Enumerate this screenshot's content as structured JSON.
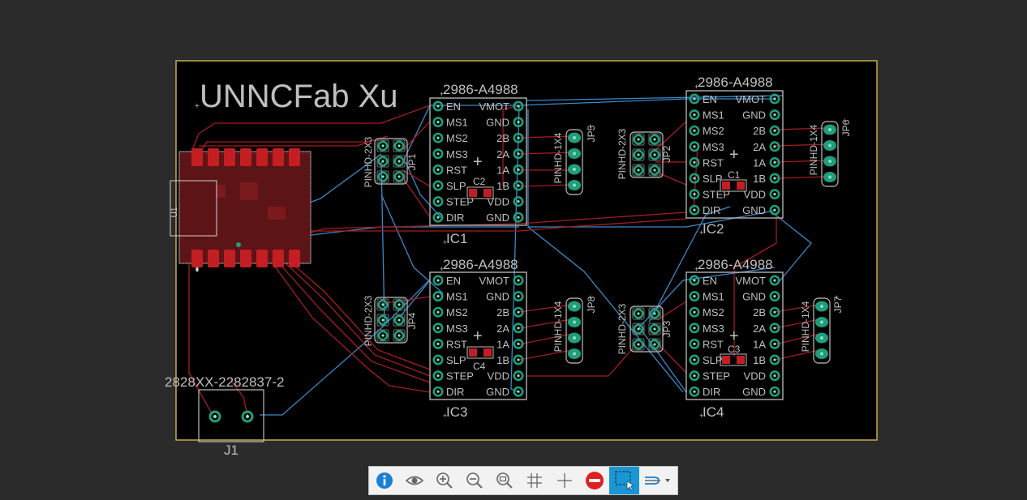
{
  "board": {
    "title": "UNNCFab Xu",
    "colors": {
      "background": "#2b2b2b",
      "board_fill": "#000000",
      "outline": "#c8aa4a",
      "top_copper": "#a61d21",
      "bottom_copper": "#3a88c6",
      "pad": "#1f9e7c",
      "silkscreen": "#bfbfbf"
    }
  },
  "drivers": [
    {
      "ref": "IC1",
      "value": "2986-A4988"
    },
    {
      "ref": "IC2",
      "value": "2986-A4988"
    },
    {
      "ref": "IC3",
      "value": "2986-A4988"
    },
    {
      "ref": "IC4",
      "value": "2986-A4988"
    }
  ],
  "driver_pins_left": [
    "EN",
    "MS1",
    "MS2",
    "MS3",
    "RST",
    "SLP",
    "STEP",
    "DIR"
  ],
  "driver_pins_right": [
    "VMOT",
    "GND",
    "2B",
    "2A",
    "1A",
    "1B",
    "VDD",
    "GND"
  ],
  "headers_2x3": [
    {
      "ref": "JP1",
      "value": "PINHD-2X3"
    },
    {
      "ref": "JP2",
      "value": "PINHD-2X3"
    },
    {
      "ref": "JP3",
      "value": "PINHD-2X3"
    },
    {
      "ref": "JP4",
      "value": "PINHD-2X3"
    }
  ],
  "headers_1x4": [
    {
      "ref": "JP5",
      "value": "PINHD-1X4"
    },
    {
      "ref": "JP6",
      "value": "PINHD-1X4"
    },
    {
      "ref": "JP7",
      "value": "PINHD-1X4"
    },
    {
      "ref": "JP8",
      "value": "PINHD-1X4"
    }
  ],
  "capacitors": [
    "C1",
    "C2",
    "C3",
    "C4"
  ],
  "usb_module": {
    "ref": "U1"
  },
  "power_connector": {
    "ref": "J1",
    "value": "2828XX-2282837-2"
  },
  "toolbar": {
    "buttons": [
      {
        "id": "info",
        "icon": "info-icon",
        "active": false
      },
      {
        "id": "view",
        "icon": "eye-icon",
        "active": false
      },
      {
        "id": "zoom-in",
        "icon": "zoom-in-icon",
        "active": false
      },
      {
        "id": "zoom-out",
        "icon": "zoom-out-icon",
        "active": false
      },
      {
        "id": "zoom-fit",
        "icon": "zoom-fit-icon",
        "active": false
      },
      {
        "id": "grid",
        "icon": "grid-icon",
        "active": false
      },
      {
        "id": "mark",
        "icon": "crosshair-icon",
        "active": false
      },
      {
        "id": "stop",
        "icon": "stop-icon",
        "active": false
      },
      {
        "id": "select",
        "icon": "select-box-icon",
        "active": true
      },
      {
        "id": "route",
        "icon": "route-dropdown-icon",
        "active": false
      }
    ]
  }
}
